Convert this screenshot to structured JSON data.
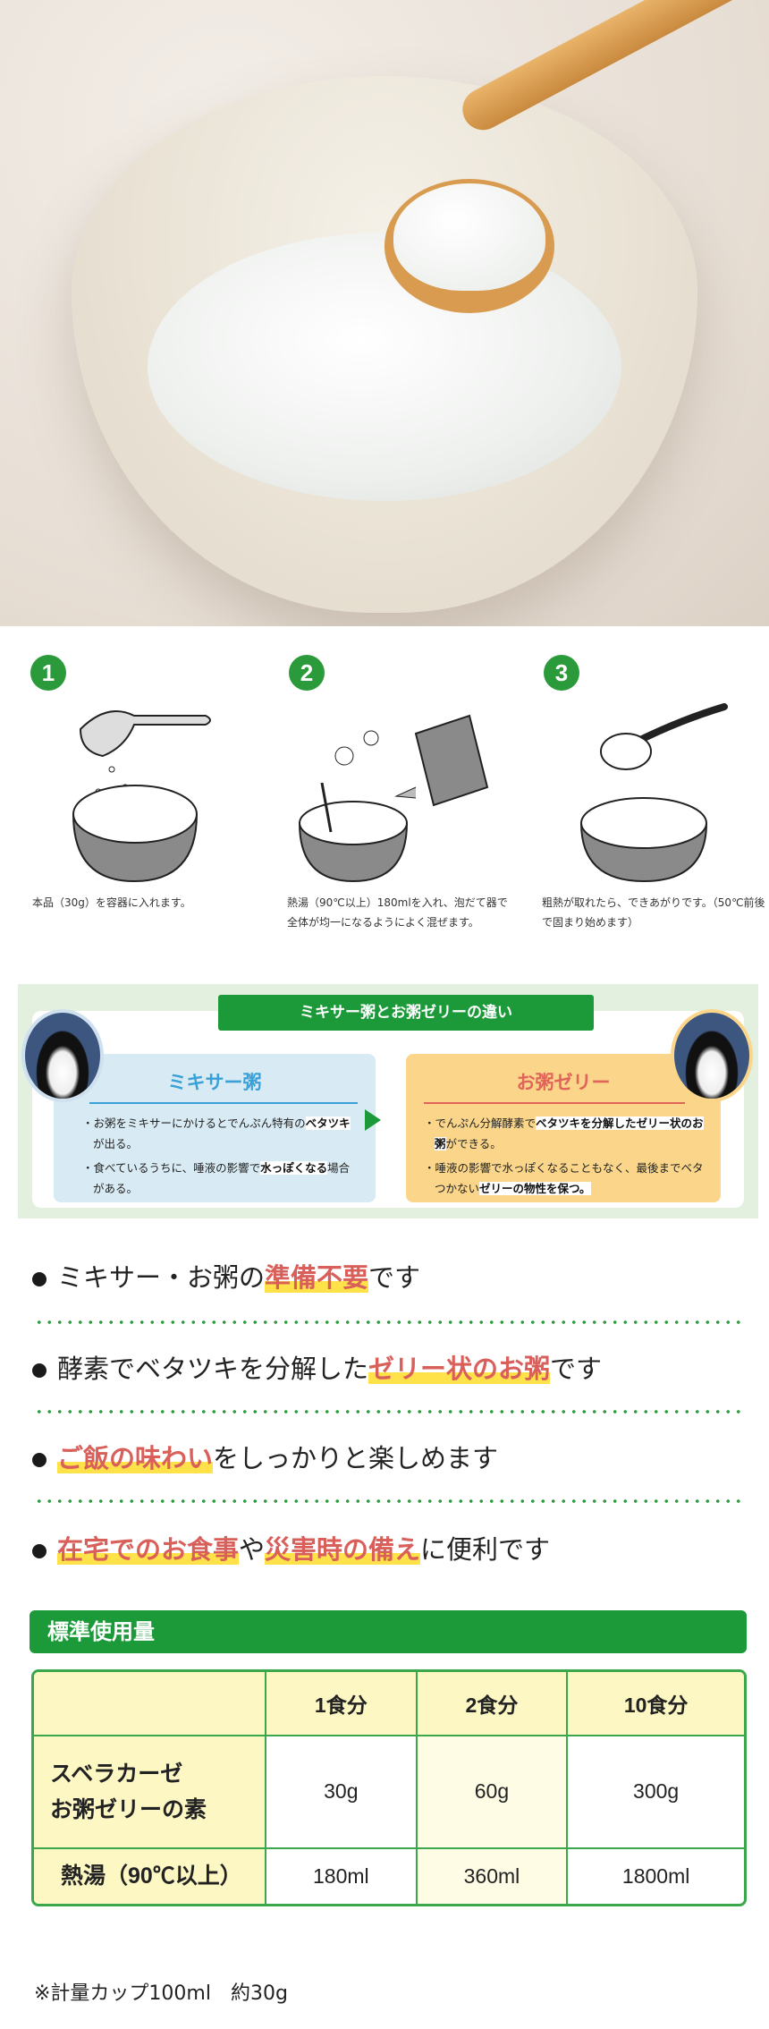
{
  "photo": {
    "alt_icon": "rice-porridge-photo"
  },
  "steps": [
    {
      "number": "1",
      "caption": "本品（30g）を容器に入れます。"
    },
    {
      "number": "2",
      "caption": "熱湯（90℃以上）180mlを入れ、泡だて器で全体が均一になるようによく混ぜます。"
    },
    {
      "number": "3",
      "caption": "粗熱が取れたら、できあがりです。（50℃前後で固まり始めます）"
    }
  ],
  "comparison": {
    "title": "ミキサー粥とお粥ゼリーの違い",
    "left": {
      "heading": "ミキサー粥",
      "items": [
        {
          "pre": "お粥をミキサーにかけるとでんぷん特有の",
          "bold": "ベタツキ",
          "post": "が出る。"
        },
        {
          "pre": "食べているうちに、唾液の影響で",
          "bold": "水っぽくなる",
          "post": "場合がある。"
        }
      ]
    },
    "right": {
      "heading": "お粥ゼリー",
      "items": [
        {
          "pre": "でんぷん分解酵素で",
          "bold": "ベタツキを分解したゼリー状のお粥",
          "post": "ができる。"
        },
        {
          "pre": "唾液の影響で水っぽくなることもなく、最後までベタつかない",
          "bold": "ゼリーの物性を保つ。",
          "post": ""
        }
      ]
    }
  },
  "features": [
    {
      "a": "ミキサー・お粥の",
      "h1": "準備不要",
      "b": "です"
    },
    {
      "a": "酵素でベタツキを分解した",
      "h1": "ゼリー状のお粥",
      "b": "です"
    },
    {
      "a": "",
      "h1": "ご飯の味わい",
      "b": "をしっかりと楽しめます"
    },
    {
      "a": "",
      "h1": "在宅でのお食事",
      "b": "や",
      "h2": "災害時の備え",
      "c": "に便利です"
    }
  ],
  "usage": {
    "title": "標準使用量",
    "columns": [
      "",
      "1食分",
      "2食分",
      "10食分"
    ],
    "rows": [
      {
        "label_line1": "スベラカーゼ",
        "label_line2": "お粥ゼリーの素",
        "values": [
          "30g",
          "60g",
          "300g"
        ]
      },
      {
        "label_line1": "熱湯（90℃以上）",
        "values": [
          "180ml",
          "360ml",
          "1800ml"
        ]
      }
    ],
    "note": "※計量カップ100ml　約30g"
  },
  "colors": {
    "green": "#1c9a3a",
    "red": "#d9605a",
    "yellow": "#ffe24a",
    "blue": "#3aa0d8",
    "table_bg": "#fdf7c3"
  }
}
